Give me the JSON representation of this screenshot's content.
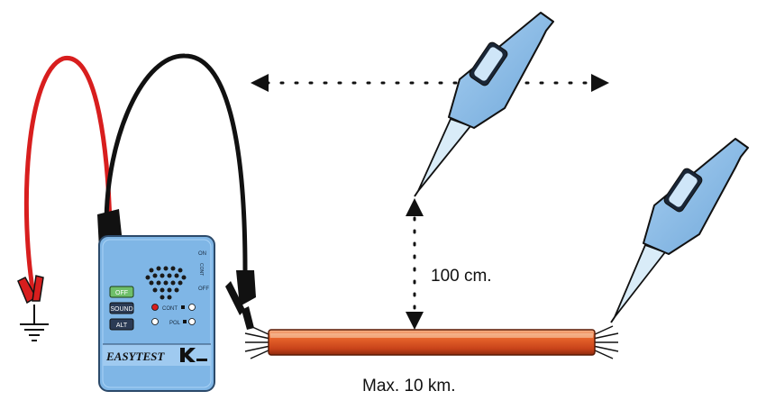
{
  "annotations": {
    "distance_label": "100 cm.",
    "cable_length_label": "Max. 10 km."
  },
  "device": {
    "brand": "EASYTEST",
    "buttons": [
      "OFF",
      "SOUND",
      "ALT"
    ],
    "indicators": [
      "CONT",
      "POL"
    ],
    "switch_positions": [
      "ON",
      "CONT",
      "OFF"
    ]
  },
  "colors": {
    "device_body": "#7fb6e6",
    "probe_body": "#8fbde8",
    "cable_orange": "#e5622a",
    "lead_red": "#d81e1e",
    "lead_black": "#111111"
  }
}
